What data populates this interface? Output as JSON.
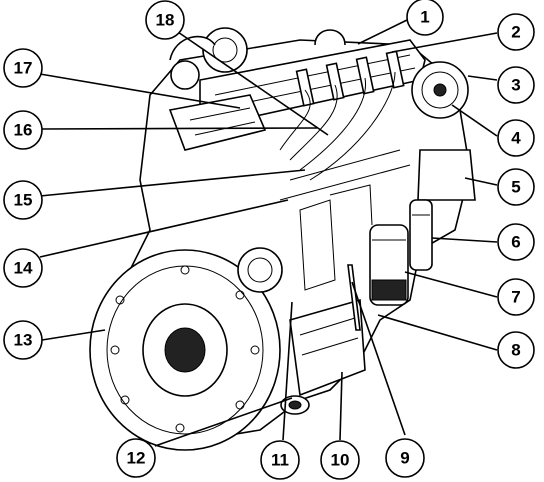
{
  "diagram": {
    "callouts": [
      {
        "id": 1,
        "label": "1"
      },
      {
        "id": 2,
        "label": "2"
      },
      {
        "id": 3,
        "label": "3"
      },
      {
        "id": 4,
        "label": "4"
      },
      {
        "id": 5,
        "label": "5"
      },
      {
        "id": 6,
        "label": "6"
      },
      {
        "id": 7,
        "label": "7"
      },
      {
        "id": 8,
        "label": "8"
      },
      {
        "id": 9,
        "label": "9"
      },
      {
        "id": 10,
        "label": "10"
      },
      {
        "id": 11,
        "label": "11"
      },
      {
        "id": 12,
        "label": "12"
      },
      {
        "id": 13,
        "label": "13"
      },
      {
        "id": 14,
        "label": "14"
      },
      {
        "id": 15,
        "label": "15"
      },
      {
        "id": 16,
        "label": "16"
      },
      {
        "id": 17,
        "label": "17"
      },
      {
        "id": 18,
        "label": "18"
      }
    ],
    "colors": {
      "ink": "#000000",
      "paper": "#ffffff",
      "shadow": "#222222"
    }
  }
}
